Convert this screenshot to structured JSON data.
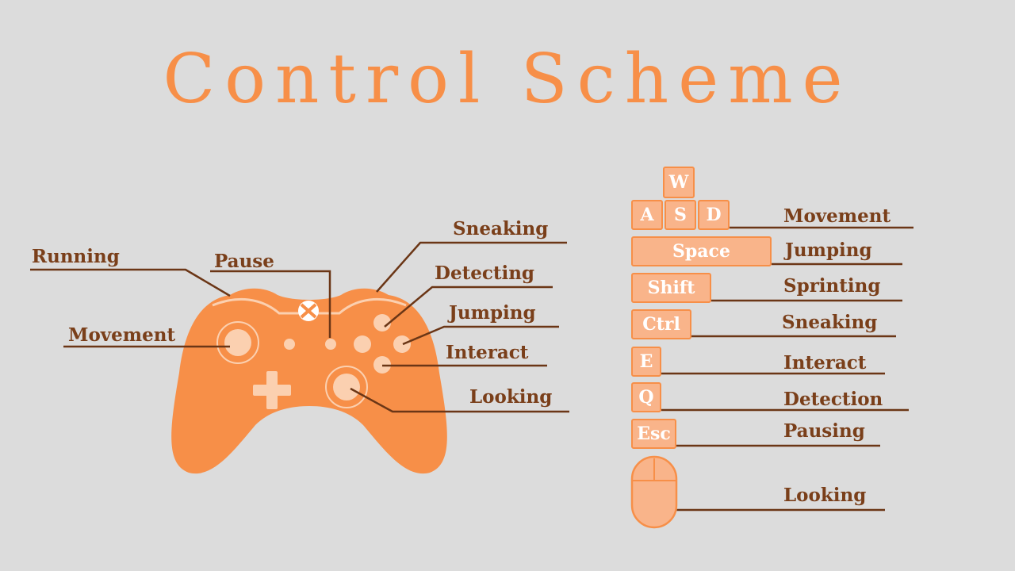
{
  "title": "Control Scheme",
  "colors": {
    "background": "#dcdcdc",
    "accent": "#f78f48",
    "key_fill": "#f9b48a",
    "label": "#7a3f1a",
    "line": "#6b3616"
  },
  "controller": {
    "labels": {
      "running": "Running",
      "pause": "Pause",
      "sneaking": "Sneaking",
      "detecting": "Detecting",
      "jumping": "Jumping",
      "movement": "Movement",
      "interact": "Interact",
      "looking": "Looking"
    },
    "logo_icon": "xbox-logo-icon"
  },
  "keyboard": {
    "keys": {
      "w": "W",
      "a": "A",
      "s": "S",
      "d": "D",
      "space": "Space",
      "shift": "Shift",
      "ctrl": "Ctrl",
      "e": "E",
      "q": "Q",
      "esc": "Esc"
    },
    "labels": {
      "movement": "Movement",
      "jumping": "Jumping",
      "sprinting": "Sprinting",
      "sneaking": "Sneaking",
      "interact": "Interact",
      "detection": "Detection",
      "pausing": "Pausing",
      "looking": "Looking"
    },
    "mouse_icon": "mouse-icon"
  }
}
